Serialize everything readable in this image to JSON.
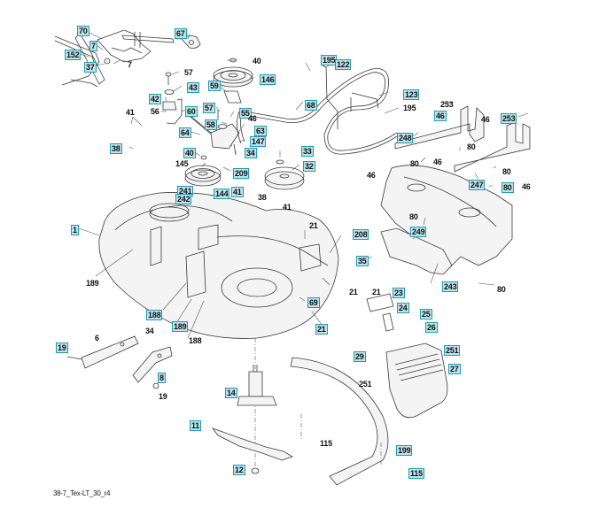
{
  "diagram": {
    "caption": "38-7_Tex-LT_30_r4",
    "label_box_color": "#1f9bb3",
    "label_box_fill": "#bfe3ea",
    "callouts": [
      {
        "id": "70",
        "boxed": true
      },
      {
        "id": "67",
        "boxed": true
      },
      {
        "id": "7",
        "boxed": true
      },
      {
        "id": "152",
        "boxed": true
      },
      {
        "id": "37",
        "boxed": true
      },
      {
        "id": "7",
        "boxed": false
      },
      {
        "id": "57",
        "boxed": false
      },
      {
        "id": "43",
        "boxed": true
      },
      {
        "id": "42",
        "boxed": true
      },
      {
        "id": "40",
        "boxed": false
      },
      {
        "id": "146",
        "boxed": true
      },
      {
        "id": "59",
        "boxed": true
      },
      {
        "id": "41",
        "boxed": false
      },
      {
        "id": "56",
        "boxed": false
      },
      {
        "id": "60",
        "boxed": true
      },
      {
        "id": "57",
        "boxed": true
      },
      {
        "id": "55",
        "boxed": true
      },
      {
        "id": "46",
        "boxed": false
      },
      {
        "id": "58",
        "boxed": true
      },
      {
        "id": "63",
        "boxed": true
      },
      {
        "id": "64",
        "boxed": true
      },
      {
        "id": "147",
        "boxed": true
      },
      {
        "id": "38",
        "boxed": true
      },
      {
        "id": "40",
        "boxed": true
      },
      {
        "id": "34",
        "boxed": true
      },
      {
        "id": "145",
        "boxed": false
      },
      {
        "id": "209",
        "boxed": true
      },
      {
        "id": "33",
        "boxed": true
      },
      {
        "id": "32",
        "boxed": true
      },
      {
        "id": "241",
        "boxed": true
      },
      {
        "id": "242",
        "boxed": true
      },
      {
        "id": "144",
        "boxed": true
      },
      {
        "id": "41",
        "boxed": true
      },
      {
        "id": "38",
        "boxed": false
      },
      {
        "id": "41",
        "boxed": false
      },
      {
        "id": "195",
        "boxed": true
      },
      {
        "id": "122",
        "boxed": true
      },
      {
        "id": "68",
        "boxed": true
      },
      {
        "id": "123",
        "boxed": true
      },
      {
        "id": "195",
        "boxed": false
      },
      {
        "id": "253",
        "boxed": false
      },
      {
        "id": "46",
        "boxed": true
      },
      {
        "id": "46",
        "boxed": false
      },
      {
        "id": "253",
        "boxed": true
      },
      {
        "id": "248",
        "boxed": true
      },
      {
        "id": "80",
        "boxed": false
      },
      {
        "id": "80",
        "boxed": false
      },
      {
        "id": "46",
        "boxed": false
      },
      {
        "id": "46",
        "boxed": false
      },
      {
        "id": "247",
        "boxed": true
      },
      {
        "id": "80",
        "boxed": false
      },
      {
        "id": "80",
        "boxed": true
      },
      {
        "id": "46",
        "boxed": false
      },
      {
        "id": "1",
        "boxed": true
      },
      {
        "id": "189",
        "boxed": false
      },
      {
        "id": "21",
        "boxed": false
      },
      {
        "id": "208",
        "boxed": true
      },
      {
        "id": "21",
        "boxed": false
      },
      {
        "id": "249",
        "boxed": true
      },
      {
        "id": "35",
        "boxed": true
      },
      {
        "id": "80",
        "boxed": false
      },
      {
        "id": "243",
        "boxed": true
      },
      {
        "id": "80",
        "boxed": false
      },
      {
        "id": "188",
        "boxed": true
      },
      {
        "id": "34",
        "boxed": false
      },
      {
        "id": "189",
        "boxed": true
      },
      {
        "id": "188",
        "boxed": false
      },
      {
        "id": "69",
        "boxed": true
      },
      {
        "id": "21",
        "boxed": true
      },
      {
        "id": "21",
        "boxed": false
      },
      {
        "id": "23",
        "boxed": true
      },
      {
        "id": "24",
        "boxed": true
      },
      {
        "id": "25",
        "boxed": true
      },
      {
        "id": "26",
        "boxed": true
      },
      {
        "id": "251",
        "boxed": true
      },
      {
        "id": "29",
        "boxed": true
      },
      {
        "id": "27",
        "boxed": true
      },
      {
        "id": "251",
        "boxed": false
      },
      {
        "id": "19",
        "boxed": true
      },
      {
        "id": "6",
        "boxed": false
      },
      {
        "id": "8",
        "boxed": true
      },
      {
        "id": "19",
        "boxed": false
      },
      {
        "id": "14",
        "boxed": true
      },
      {
        "id": "11",
        "boxed": true
      },
      {
        "id": "12",
        "boxed": true
      },
      {
        "id": "115",
        "boxed": false
      },
      {
        "id": "199",
        "boxed": true
      },
      {
        "id": "115",
        "boxed": true
      }
    ],
    "parts": [
      "lift-linkage",
      "lift-handle-cover",
      "lift-rod",
      "idler-bracket",
      "idler-pulley-upper",
      "idler-pulley-lower",
      "belt-guide-bracket",
      "drive-belt",
      "belt-guide-rod",
      "spindle-pulley",
      "deck-housing",
      "belt-cover-left",
      "belt-cover-right",
      "pulley-cover",
      "front-bracket",
      "rear-bracket",
      "spindle-housing",
      "blade",
      "blade-bolt",
      "discharge-deflector",
      "deflector-spring",
      "deck-shield-arm"
    ]
  }
}
